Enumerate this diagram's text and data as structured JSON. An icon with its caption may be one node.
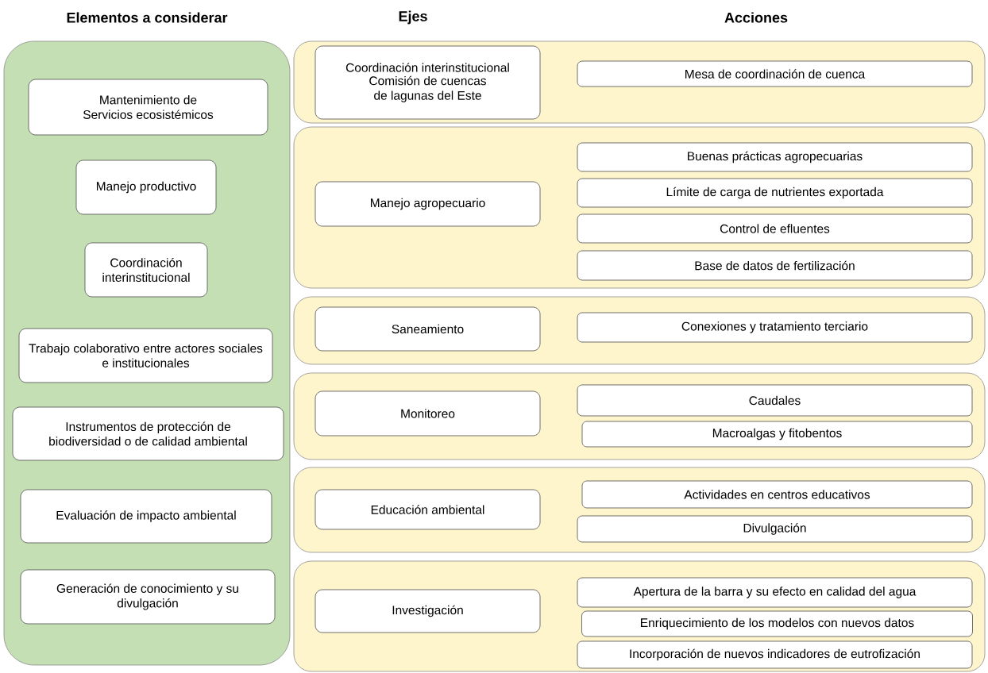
{
  "diagram": {
    "nodes": [
      {
        "text": [
          "Elementos a considerar"
        ]
      },
      {
        "text": [
          "Mantenimiento de Servicios ecosistémicos"
        ],
        "in": 0
      },
      {
        "text": [
          "Manejo productivo"
        ],
        "in": 0
      },
      {
        "text": [
          "Coordinación interinstitucional"
        ],
        "in": 0
      },
      {
        "text": [
          "Trabajo colaborativo entre actores sociales e institucionales"
        ],
        "in": 0
      },
      {
        "text": [
          "Instrumentos de protección de biodiversidad o de calidad ambiental"
        ],
        "in": 0
      },
      {
        "text": [
          "Evaluación de impacto ambiental"
        ],
        "in": 0
      },
      {
        "text": [
          "Generación de conocimiento y su divulgación"
        ],
        "in": 0
      },
      {
        "text": [],
        "shape": "box"
      },
      {
        "text": [
          "Coordinación interinstitucional",
          "Comisión de cuencas de lagunas del Este"
        ],
        "in": 8
      },
      {
        "text": [
          "Mesa de coordinación de cuenca"
        ],
        "in": 8
      },
      {
        "text": [],
        "shape": "box"
      },
      {
        "text": [
          "Manejo agropecuario"
        ],
        "in": 11
      },
      {
        "text": [
          "Buenas prácticas agropecuarias"
        ],
        "in": 11
      },
      {
        "text": [
          "Límite de carga de nutrientes exportada"
        ],
        "in": 11
      },
      {
        "text": [
          "Control de efluentes"
        ],
        "in": 11
      },
      {
        "text": [
          "Base de datos de fertilización"
        ],
        "in": 11
      },
      {
        "text": [],
        "shape": "box"
      },
      {
        "text": [
          "Saneamiento"
        ],
        "in": 17
      },
      {
        "text": [
          "Conexiones y tratamiento terciario"
        ],
        "in": 17
      },
      {
        "text": [],
        "shape": "box"
      },
      {
        "text": [
          "Monitoreo"
        ],
        "in": 20
      },
      {
        "text": [
          "Caudales"
        ],
        "in": 20
      },
      {
        "text": [
          "Macroalgas y fitobentos"
        ],
        "in": 20
      },
      {
        "text": [],
        "shape": "box"
      },
      {
        "text": [
          "Educación ambiental"
        ],
        "in": 24
      },
      {
        "text": [
          "Actividades en centros educativos"
        ],
        "in": 24
      },
      {
        "text": [
          "Divulgación"
        ],
        "in": 24
      },
      {
        "text": [],
        "shape": "box"
      },
      {
        "text": [
          "Investigación"
        ],
        "in": 28
      },
      {
        "text": [
          "Apertura de la barra y su efecto en calidad del agua"
        ],
        "in": 28
      },
      {
        "text": [
          "Enriquecimiento de los modelos con nuevos datos"
        ],
        "in": 28
      },
      {
        "text": [
          "Incorporación de nuevos indicadores de eutrofización"
        ],
        "in": 28
      }
    ],
    "labels": [
      "Ejes",
      "Acciones"
    ]
  }
}
